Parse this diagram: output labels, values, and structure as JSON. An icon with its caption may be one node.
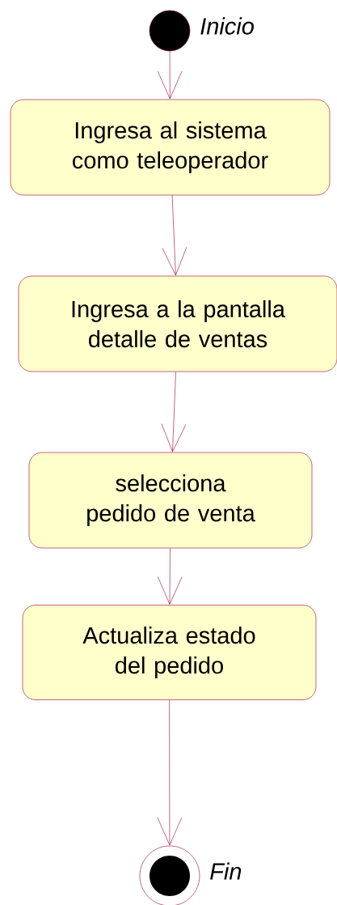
{
  "diagram": {
    "nodes": [
      {
        "text": [],
        "shape": "circle",
        "beside": [
          "Inicio"
        ]
      },
      {
        "text": [
          "Ingresa al sistema como teleoperador"
        ]
      },
      {
        "text": [
          "Ingresa a la pantalla detalle de ventas"
        ]
      },
      {
        "text": [
          "selecciona pedido de venta"
        ]
      },
      {
        "text": [
          "Actualiza estado del pedido"
        ]
      },
      {
        "text": [],
        "shape": "circle",
        "beside": [
          "Fin"
        ]
      }
    ],
    "edges": [
      {
        "from": 0,
        "to": 1,
        "arrow": "to"
      },
      {
        "from": 1,
        "to": 2,
        "arrow": "to"
      },
      {
        "from": 2,
        "to": 3,
        "arrow": "to"
      },
      {
        "from": 3,
        "to": 4,
        "arrow": "to"
      },
      {
        "from": 4,
        "to": 5,
        "arrow": "to"
      }
    ]
  }
}
